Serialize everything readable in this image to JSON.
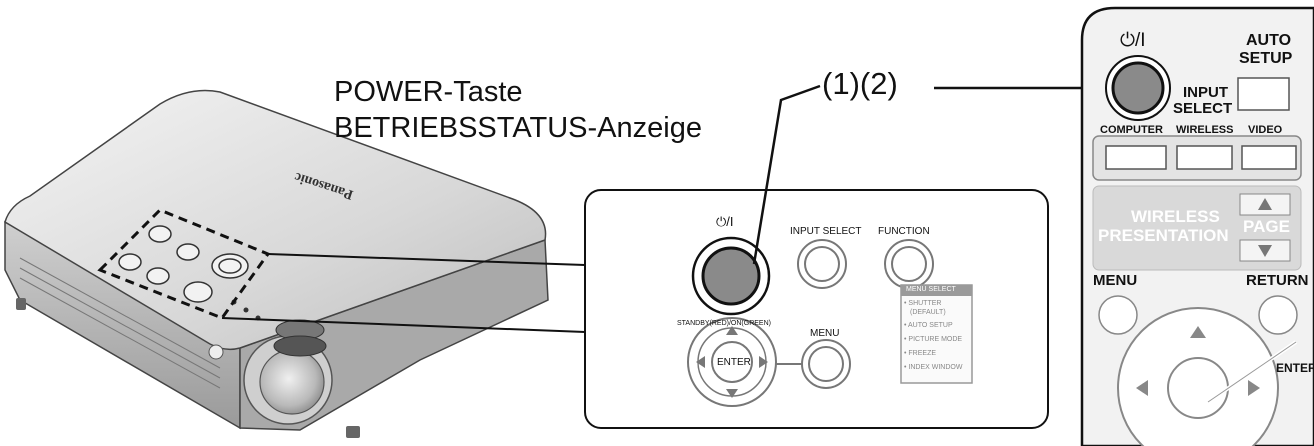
{
  "labels": {
    "power_key": "POWER-Taste",
    "status_indicator": "BETRIEBSSTATUS-Anzeige",
    "callout": "(1)(2)"
  },
  "projector": {
    "brand": "Panasonic"
  },
  "panel": {
    "power_symbol": "⏻/I",
    "input_select": "INPUT SELECT",
    "function": "FUNCTION",
    "standby_note": "STANDBY(RED)/ON(GREEN)",
    "menu": "MENU",
    "enter": "ENTER",
    "menu_select": {
      "title": "MENU SELECT",
      "items": [
        "• SHUTTER",
        "(DEFAULT)",
        "• AUTO SETUP",
        "• PICTURE MODE",
        "• FREEZE",
        "• INDEX WINDOW"
      ]
    }
  },
  "remote": {
    "power_symbol": "⏻/I",
    "auto_setup_line1": "AUTO",
    "auto_setup_line2": "SETUP",
    "input_select_line1": "INPUT",
    "input_select_line2": "SELECT",
    "computer": "COMPUTER",
    "wireless": "WIRELESS",
    "video": "VIDEO",
    "wireless_presentation_line1": "WIRELESS",
    "wireless_presentation_line2": "PRESENTATION",
    "page": "PAGE",
    "menu": "MENU",
    "return": "RETURN",
    "enter": "ENTER"
  },
  "colors": {
    "button_fill": "#8a8a8a",
    "remote_body": "#f2f2f2",
    "remote_band": "#d9d9d9",
    "line": "#111111"
  }
}
